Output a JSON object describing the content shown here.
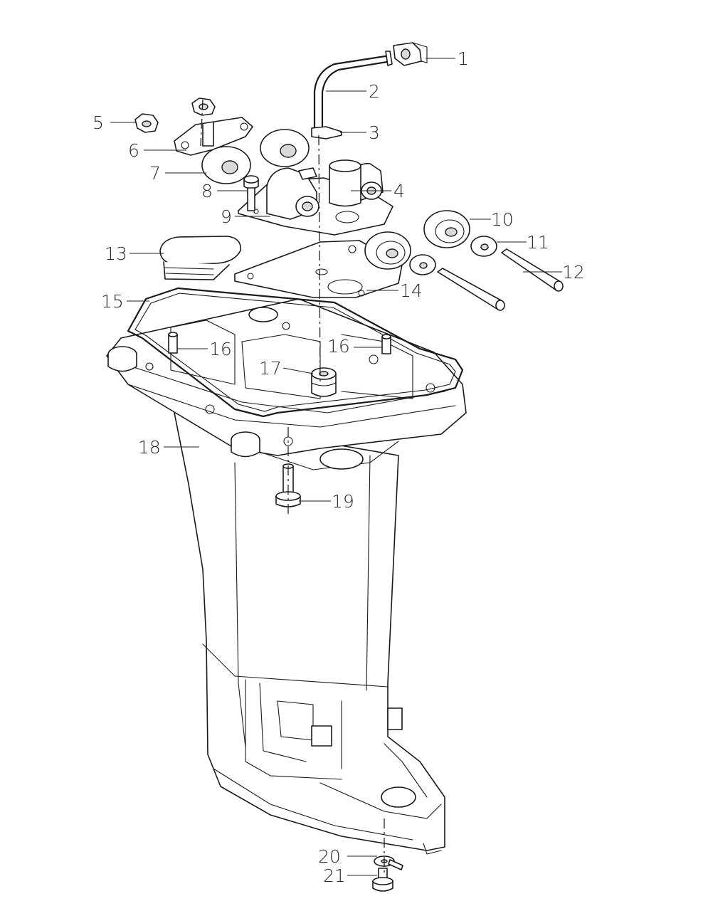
{
  "callouts": [
    {
      "label": "1"
    },
    {
      "label": "2"
    },
    {
      "label": "3"
    },
    {
      "label": "4"
    },
    {
      "label": "5"
    },
    {
      "label": "6"
    },
    {
      "label": "7"
    },
    {
      "label": "8"
    },
    {
      "label": "9"
    },
    {
      "label": "10"
    },
    {
      "label": "11"
    },
    {
      "label": "12"
    },
    {
      "label": "13"
    },
    {
      "label": "14"
    },
    {
      "label": "15"
    },
    {
      "label": "16"
    },
    {
      "label": "16"
    },
    {
      "label": "17"
    },
    {
      "label": "18"
    },
    {
      "label": "19"
    },
    {
      "label": "20"
    },
    {
      "label": "21"
    }
  ],
  "colors": {
    "line": "#1a1a1a",
    "label": "#2a2a2a",
    "background": "#ffffff"
  }
}
